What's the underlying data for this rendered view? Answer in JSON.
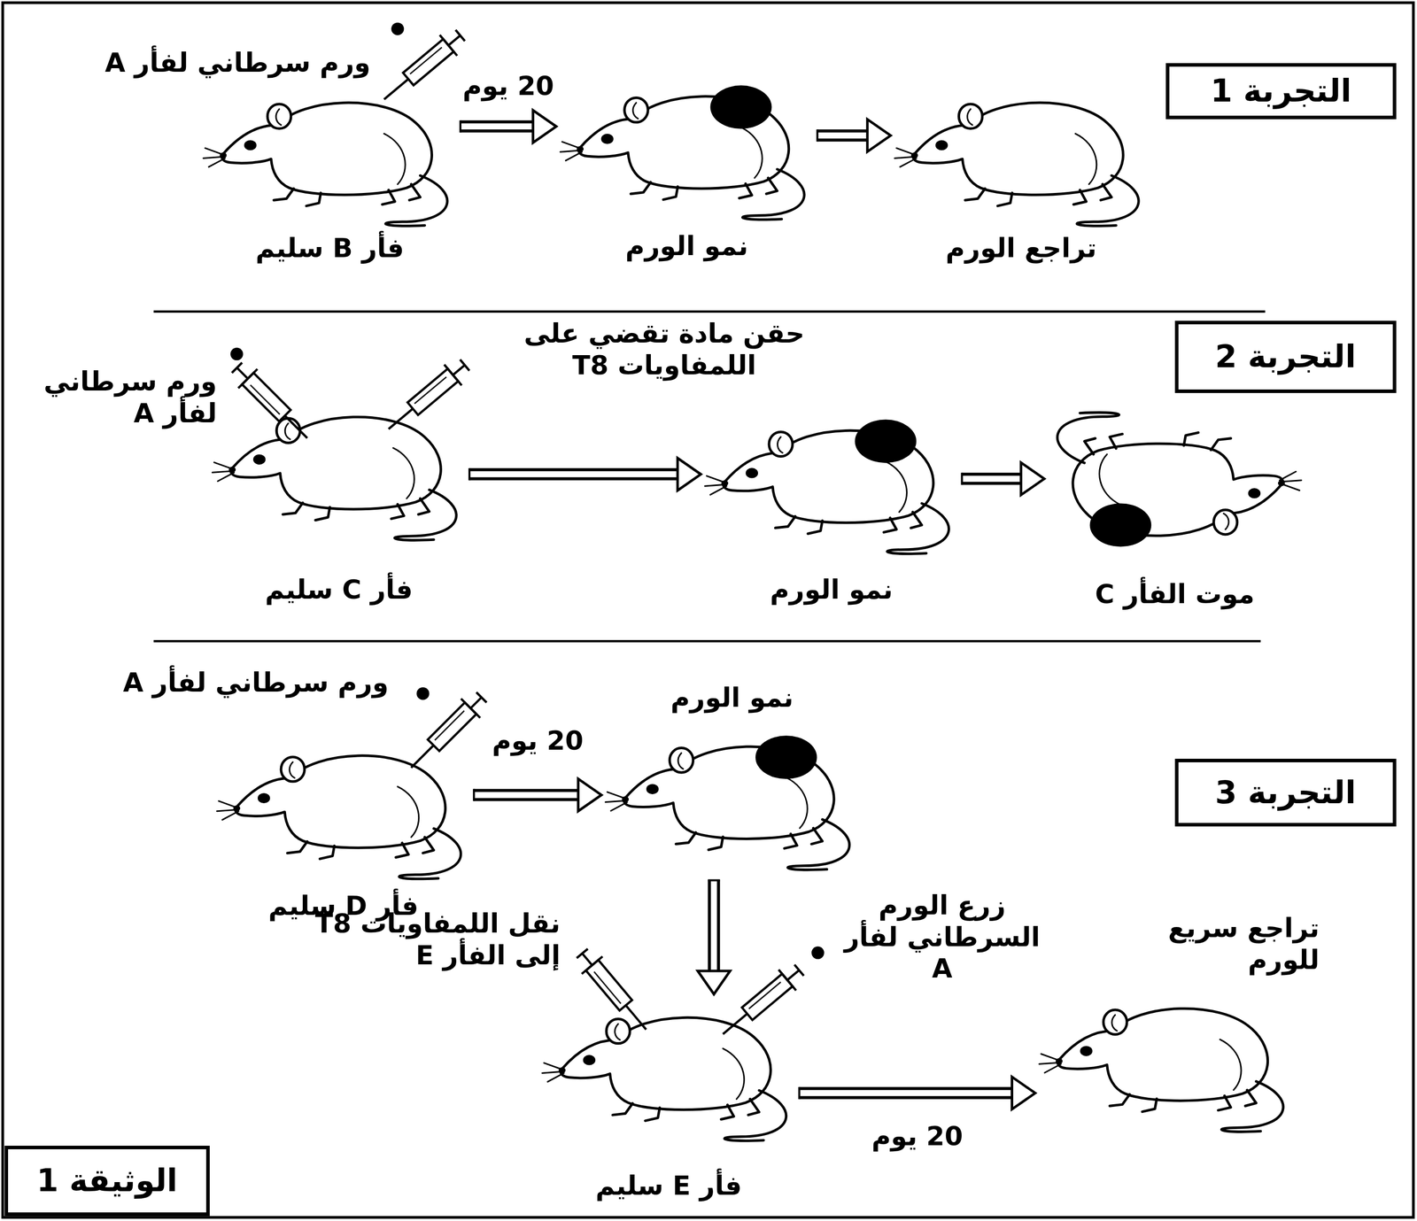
{
  "diagram": {
    "nodes": [
      {
        "text": [
          "التجربة 1"
        ]
      },
      {
        "text": [
          "فأر B سليم"
        ]
      },
      {
        "text": [
          "نمو الورم"
        ]
      },
      {
        "text": [
          "تراجع الورم"
        ]
      },
      {
        "text": [
          "التجربة 2"
        ]
      },
      {
        "text": [
          "فأر C سليم"
        ]
      },
      {
        "text": [
          "نمو الورم"
        ]
      },
      {
        "text": [
          "موت الفأر C"
        ]
      },
      {
        "text": [
          "التجربة 3"
        ]
      },
      {
        "text": [
          "فأر D سليم"
        ]
      },
      {
        "text": [
          "نمو الورم"
        ]
      },
      {
        "text": [
          "فأر E سليم"
        ]
      },
      {
        "text": [
          "تراجع سريع للورم"
        ]
      },
      {
        "text": [
          "الوثيقة 1"
        ]
      }
    ],
    "edges": [
      {
        "from": 1,
        "to": 2,
        "arrow": "to",
        "label": "20 يوم"
      },
      {
        "from": 2,
        "to": 3,
        "arrow": "to"
      },
      {
        "from": 5,
        "to": 6,
        "arrow": "to"
      },
      {
        "from": 6,
        "to": 7,
        "arrow": "to"
      },
      {
        "from": 9,
        "to": 10,
        "arrow": "to",
        "label": "20 يوم"
      },
      {
        "from": 10,
        "to": 11,
        "arrow": "to"
      },
      {
        "from": 11,
        "to": 12,
        "arrow": "to",
        "label": "20 يوم"
      }
    ],
    "labels": [
      "ورم سرطاني لفأر A",
      "حقن مادة تقضي على اللمفاويات T8",
      "ورم سرطاني لفأر A",
      "ورم سرطاني لفأر A",
      "نقل اللمفاويات T8 إلى الفأر E",
      "زرع الورم السرطاني لفأر A"
    ]
  }
}
